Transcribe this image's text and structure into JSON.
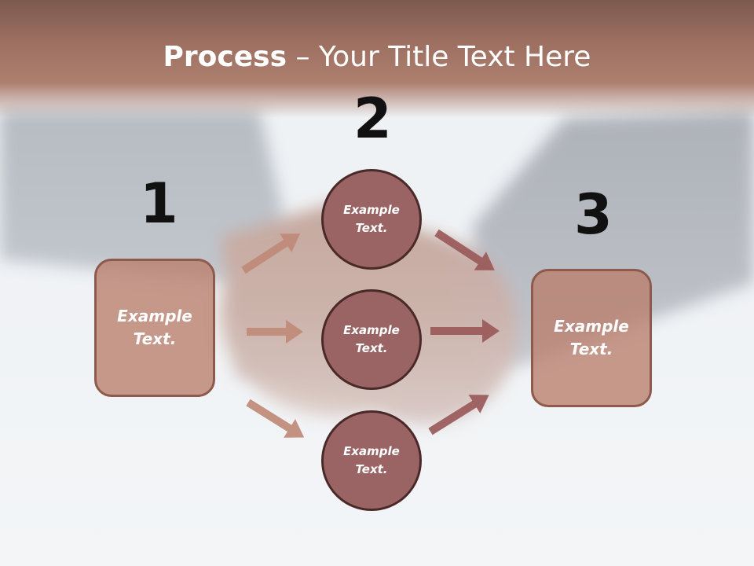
{
  "title": {
    "bold": "Process",
    "rest": " – Your Title Text Here"
  },
  "numbers": [
    "1",
    "2",
    "3"
  ],
  "left_box": {
    "label": "Example\nText."
  },
  "right_box": {
    "label": "Example\nText."
  },
  "circles": [
    {
      "label": "Example\nText."
    },
    {
      "label": "Example\nText."
    },
    {
      "label": "Example\nText."
    }
  ],
  "colors": {
    "band": "#9c6f61",
    "box_fill": "#b87e6c",
    "circle_fill": "#9a6464",
    "arrow_left": "#c08a78",
    "arrow_right": "#9a5a5a"
  }
}
